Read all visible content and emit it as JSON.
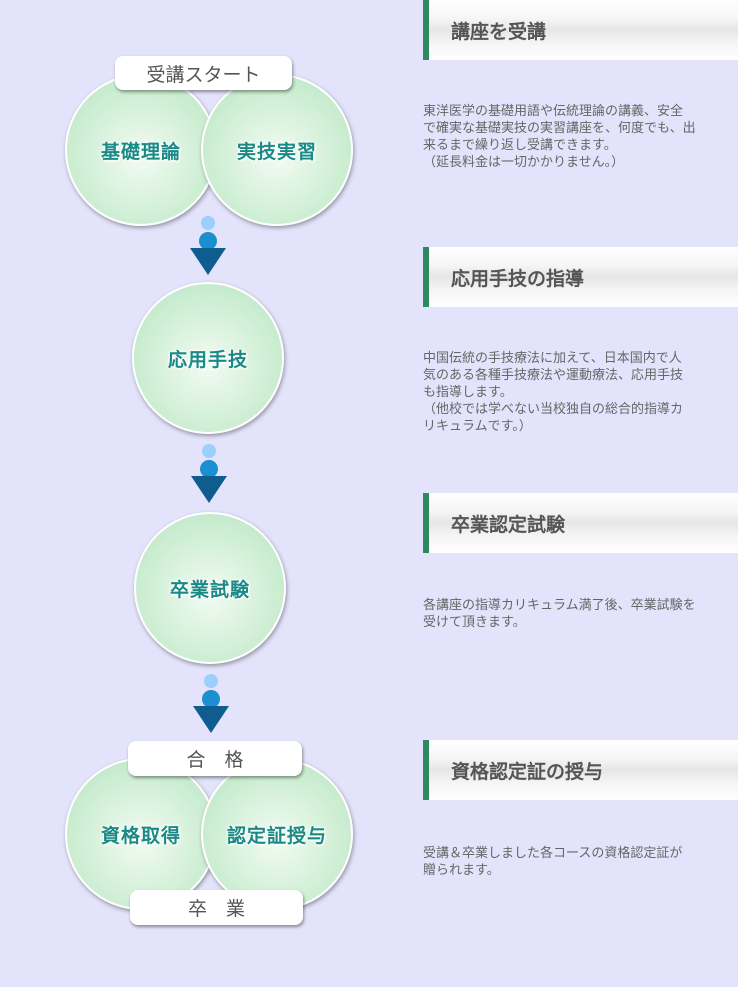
{
  "flow": {
    "start_label": "受講スタート",
    "step1": [
      "基礎理論",
      "実技実習"
    ],
    "step2": "応用手技",
    "step3": "卒業試験",
    "pass_label": "合　格",
    "step4": [
      "資格取得",
      "認定証授与"
    ],
    "graduate_label": "卒　業"
  },
  "sections": [
    {
      "title": "講座を受講",
      "lines": [
        "東洋医学の基礎用語や伝統理論の講義、安全",
        "で確実な基礎実技の実習講座を、何度でも、出",
        "来るまで繰り返し受講できます。",
        "（延長料金は一切かかりません。）"
      ]
    },
    {
      "title": "応用手技の指導",
      "lines": [
        "中国伝統の手技療法に加えて、日本国内で人",
        "気のある各種手技療法や運動療法、応用手技",
        "も指導します。",
        "（他校では学べない当校独自の総合的指導カ",
        "リキュラムです。）"
      ]
    },
    {
      "title": "卒業認定試験",
      "lines": [
        "各講座の指導カリキュラム満了後、卒業試験を",
        "受けて頂きます。"
      ]
    },
    {
      "title": "資格認定証の授与",
      "lines": [
        "受講＆卒業しました各コースの資格認定証が",
        "贈られます。"
      ]
    }
  ]
}
